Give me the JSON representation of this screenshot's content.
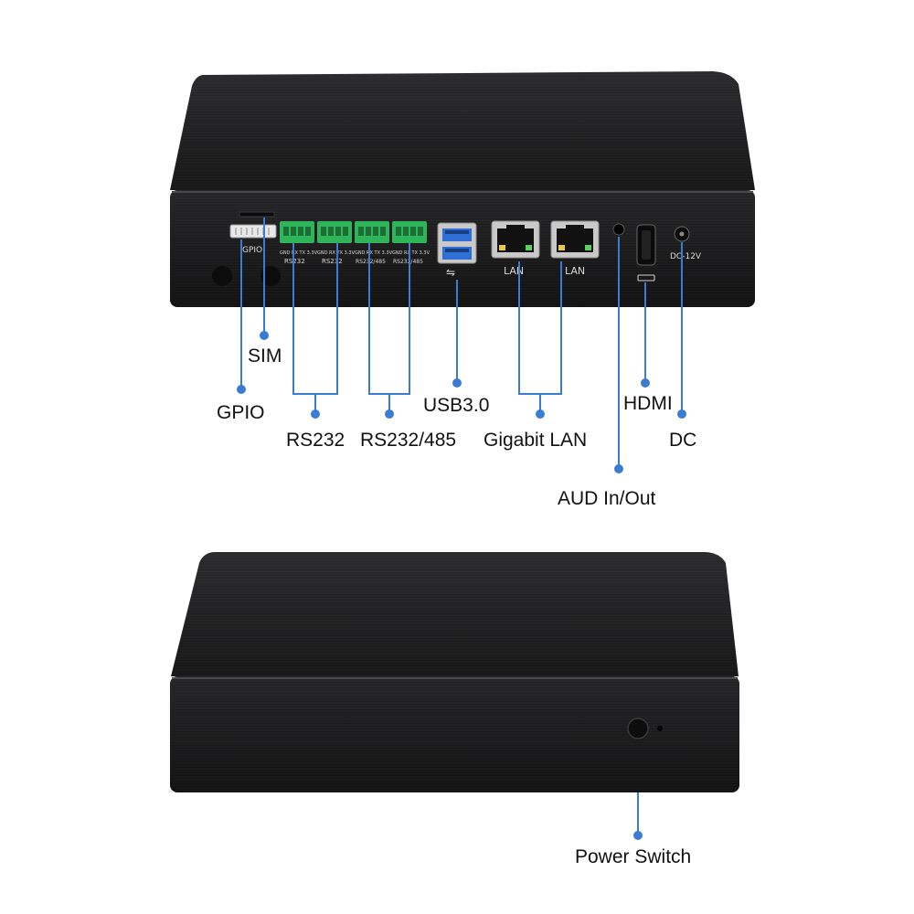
{
  "callouts": {
    "sim": "SIM",
    "gpio": "GPIO",
    "rs232": "RS232",
    "rs232_485": "RS232/485",
    "usb30": "USB3.0",
    "gigabit_lan": "Gigabit LAN",
    "hdmi": "HDMI",
    "dc": "DC",
    "aud_in_out": "AUD In/Out",
    "power_switch": "Power Switch"
  },
  "port_markings": {
    "gpio": "GPIO",
    "pin_row": "GND RX TX 3.3V",
    "pin_row_2": "GND RX TX 3.3V",
    "pin_row_3": "GND RX TX 3.3V",
    "pin_row_4": "GND RX TX 3.3V",
    "rs232_a": "RS232",
    "rs232_b": "RS232",
    "rs485_a": "RS232/485",
    "rs485_b": "RS232/485",
    "lan_1": "LAN",
    "lan_2": "LAN",
    "dc_input": "DC-12V"
  },
  "colors": {
    "callout_line": "#3a7bd5",
    "case": "#1c1c1e",
    "terminal_green": "#2fb45a",
    "usb_blue": "#2f6fd6"
  }
}
